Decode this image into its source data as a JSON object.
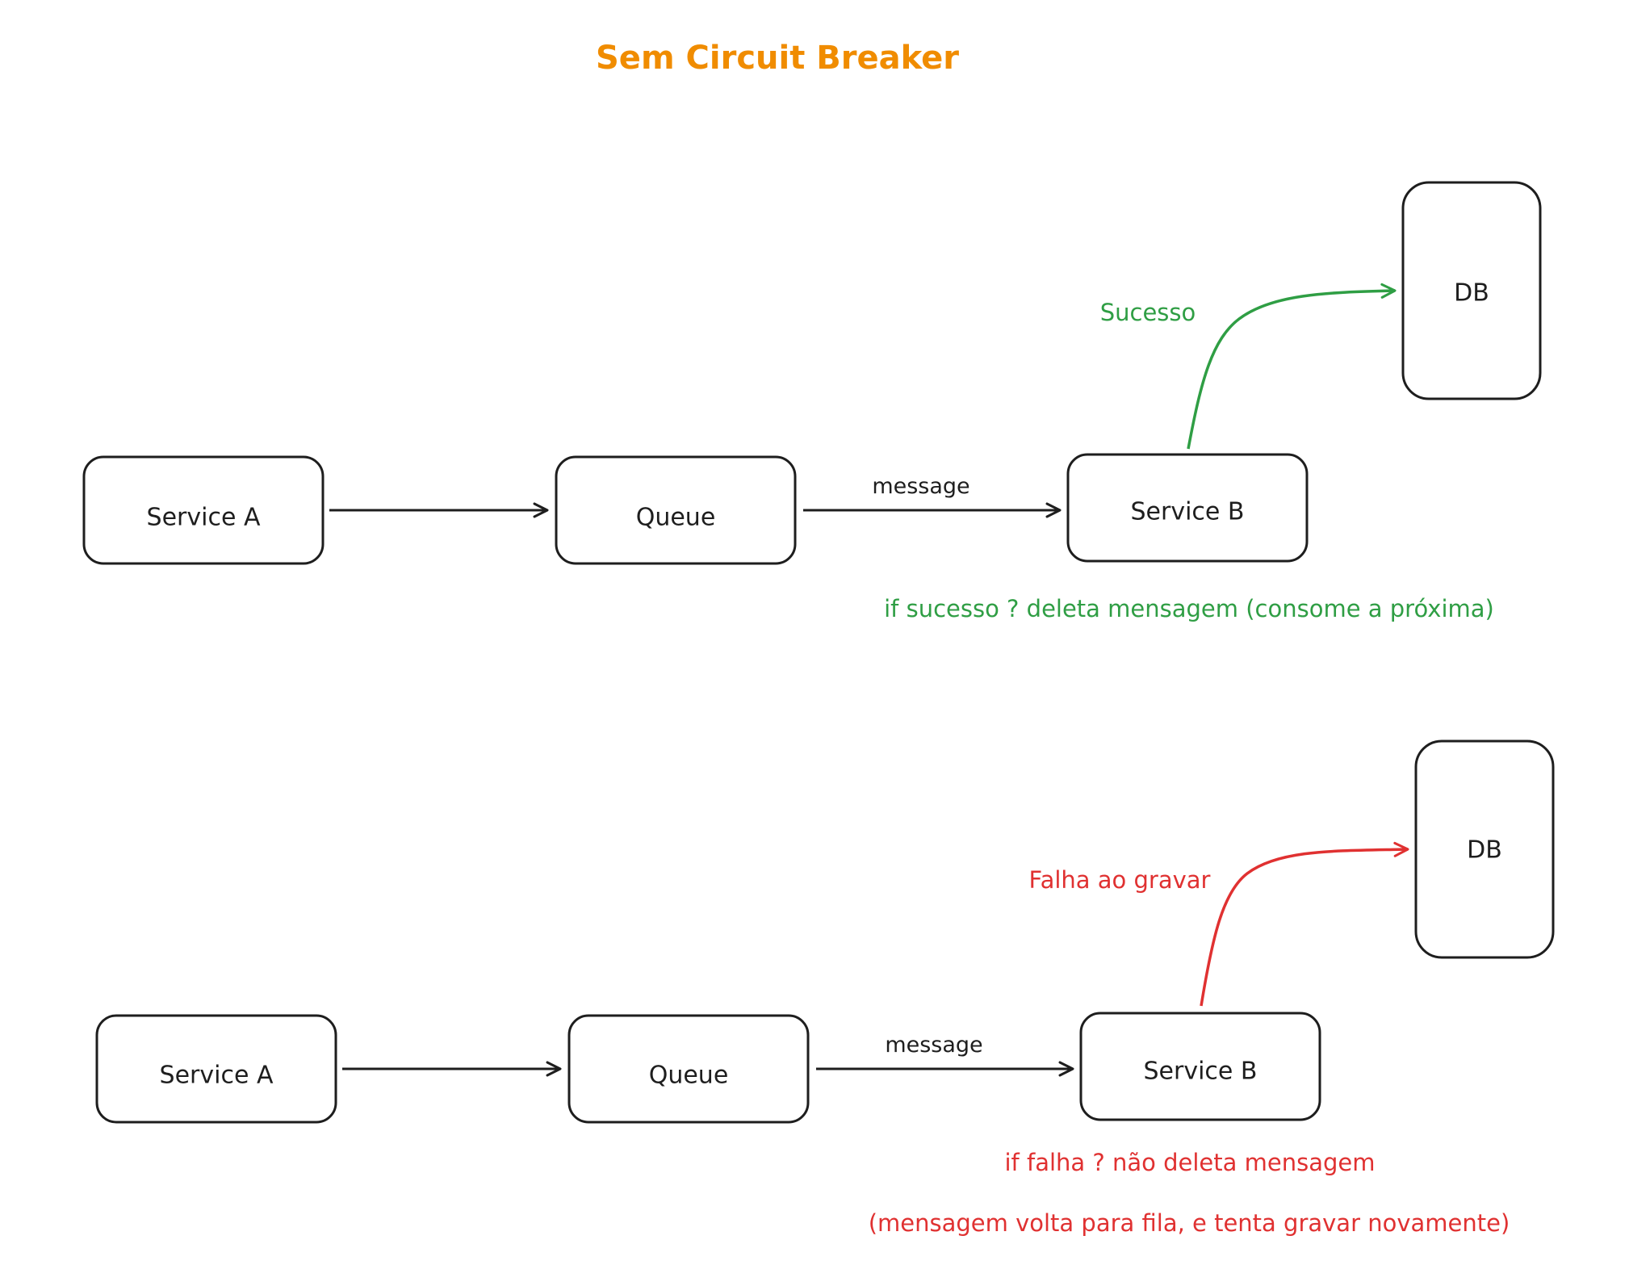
{
  "title": "Sem Circuit Breaker",
  "colors": {
    "stroke": "#1e1e1e",
    "title": "#f08c00",
    "success": "#2f9e44",
    "failure": "#e03131",
    "background": "#ffffff"
  },
  "success_flow": {
    "service_a": "Service A",
    "queue": "Queue",
    "service_b": "Service B",
    "db": "DB",
    "message_label": "message",
    "db_edge_label": "Sucesso",
    "note_line1": "if sucesso ? deleta mensagem (consome a próxima)"
  },
  "failure_flow": {
    "service_a": "Service A",
    "queue": "Queue",
    "service_b": "Service B",
    "db": "DB",
    "message_label": "message",
    "db_edge_label": "Falha ao gravar",
    "note_line1": "if falha ? não deleta mensagem",
    "note_line2": "(mensagem volta para fila, e tenta gravar novamente)"
  }
}
